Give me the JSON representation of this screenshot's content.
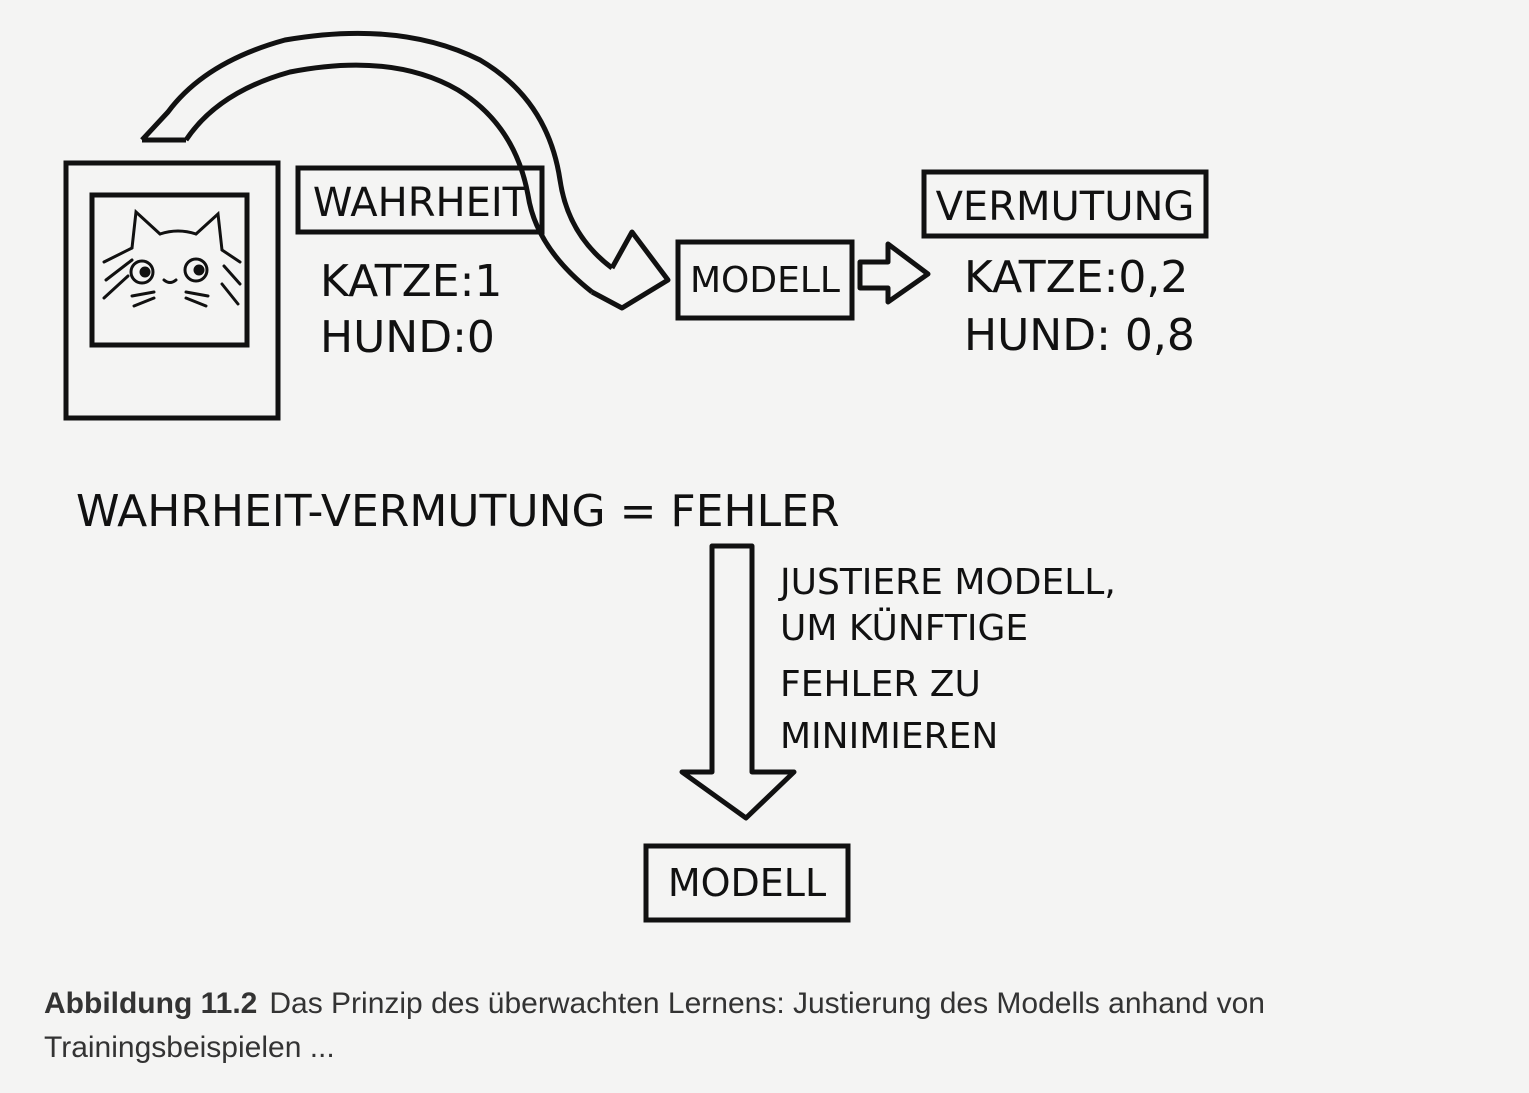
{
  "diagram": {
    "truth_box": "WAHRHEIT",
    "truth_values": [
      "KATZE:1",
      "HUND:0"
    ],
    "model_box_top": "MODELL",
    "guess_box": "VERMUTUNG",
    "guess_values": [
      "KATZE:0,2",
      "HUND: 0,8"
    ],
    "equation": "WAHRHEIT-VERMUTUNG = FEHLER",
    "adjust_note": [
      "JUSTIERE MODELL,",
      "UM KÜNFTIGE",
      "FEHLER ZU",
      "MINIMIEREN"
    ],
    "model_box_bottom": "MODELL"
  },
  "caption": {
    "label": "Abbildung 11.2",
    "text": "Das Prinzip des überwachten Lernens: Justierung des Modells anhand von Trainingsbeispielen ..."
  }
}
